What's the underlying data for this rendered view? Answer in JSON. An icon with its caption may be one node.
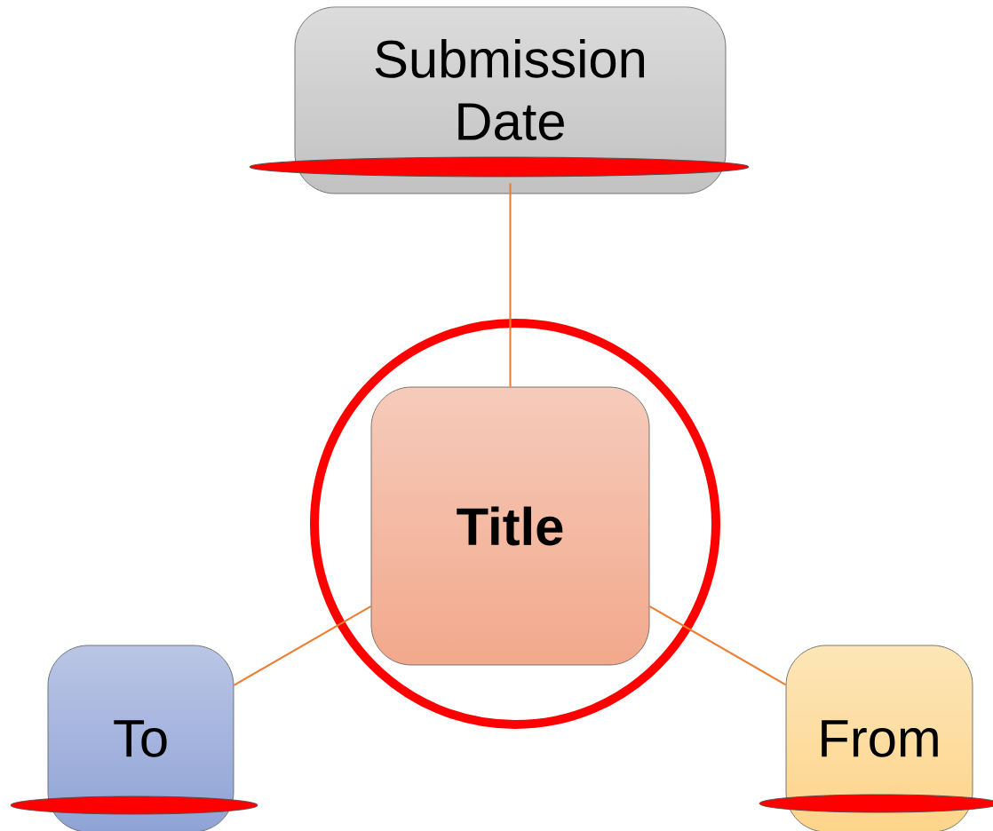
{
  "diagram": {
    "nodes": [
      {
        "text": [
          "Submission Date"
        ]
      },
      {
        "text": [
          "Title"
        ]
      },
      {
        "text": [
          "To"
        ]
      },
      {
        "text": [
          "From"
        ]
      }
    ],
    "edges": [
      {
        "from": 1,
        "to": 0,
        "arrow": "none"
      },
      {
        "from": 1,
        "to": 2,
        "arrow": "none"
      },
      {
        "from": 1,
        "to": 3,
        "arrow": "none"
      }
    ]
  }
}
